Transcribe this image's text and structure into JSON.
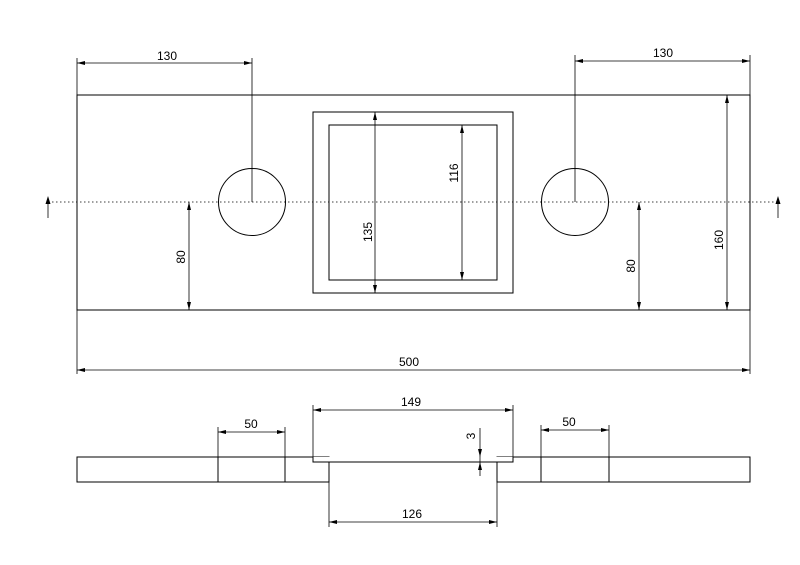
{
  "drawing": {
    "top_view": {
      "overall_width": "500",
      "overall_height": "160",
      "hole_offset_left": "130",
      "hole_offset_right": "130",
      "center_height_left": "80",
      "center_height_right": "80",
      "cutout_outer_height": "135",
      "cutout_inner_height": "116"
    },
    "section_view": {
      "hole_width_left": "50",
      "hole_width_right": "50",
      "recess_width": "149",
      "through_width": "126",
      "recess_depth": "3"
    },
    "colors": {
      "line": "#000000",
      "background": "#ffffff"
    }
  }
}
